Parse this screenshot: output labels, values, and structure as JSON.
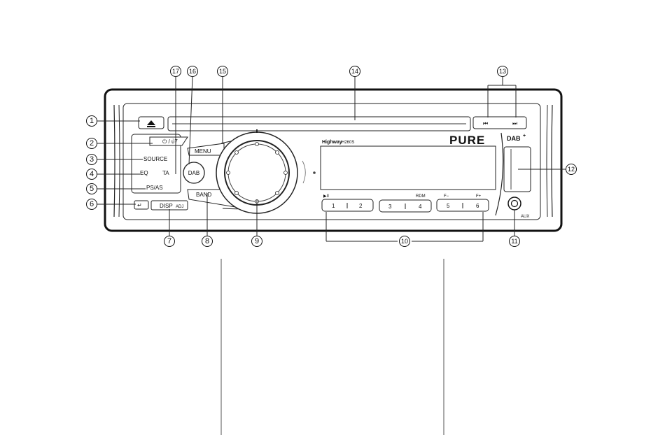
{
  "device": {
    "brand": "PURE",
    "model_prefix": "Highway",
    "model_suffix": "H260S",
    "dab_logo": "DAB",
    "dab_plus": "+",
    "eject_icon": "eject-icon"
  },
  "buttons": {
    "power_mute": "⏻ / ὐ7",
    "source": "SOURCE",
    "eq": "EQ",
    "ta": "TA",
    "dab": "DAB",
    "psas": "PS/AS",
    "menu": "MENU",
    "band": "BAND",
    "disp": "DISP",
    "adj": "ADJ",
    "aux": "AUX",
    "play_pause": "▶II",
    "rdm": "RDM",
    "f_minus": "F−",
    "f_plus": "F+",
    "preset_1": "1",
    "preset_2": "2",
    "preset_3": "3",
    "preset_4": "4",
    "preset_5": "5",
    "preset_6": "6",
    "prev": "⏮",
    "next": "⏭",
    "back": "↵"
  },
  "callouts": [
    "1",
    "2",
    "3",
    "4",
    "5",
    "6",
    "7",
    "8",
    "9",
    "10",
    "11",
    "12",
    "13",
    "14",
    "15",
    "16",
    "17"
  ]
}
